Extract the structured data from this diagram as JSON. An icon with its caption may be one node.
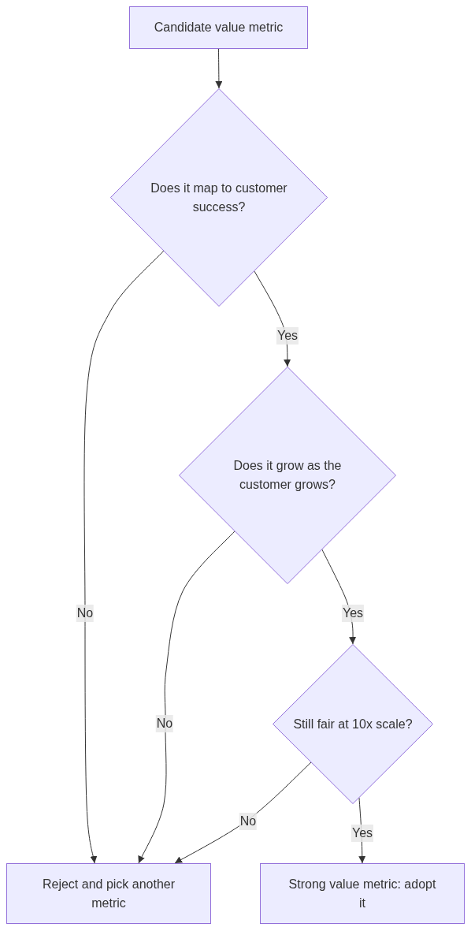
{
  "diagram": {
    "nodes": [
      {
        "text": [
          "Candidate value metric"
        ]
      },
      {
        "text": [
          "Does it map to customer success?"
        ]
      },
      {
        "text": [
          "Does it grow as the customer grows?"
        ]
      },
      {
        "text": [
          "Still fair at 10x scale?"
        ]
      },
      {
        "text": [
          "Reject and pick another metric"
        ]
      },
      {
        "text": [
          "Strong value metric: adopt it"
        ]
      }
    ],
    "edges": [
      {
        "from": 0,
        "to": 1,
        "arrow": "to"
      },
      {
        "from": 1,
        "to": 2,
        "arrow": "to",
        "label": "Yes"
      },
      {
        "from": 1,
        "to": 4,
        "arrow": "to",
        "label": "No"
      },
      {
        "from": 2,
        "to": 3,
        "arrow": "to",
        "label": "Yes"
      },
      {
        "from": 2,
        "to": 4,
        "arrow": "to",
        "label": "No"
      },
      {
        "from": 3,
        "to": 4,
        "arrow": "to",
        "label": "No"
      },
      {
        "from": 3,
        "to": 5,
        "arrow": "to",
        "label": "Yes"
      }
    ]
  }
}
